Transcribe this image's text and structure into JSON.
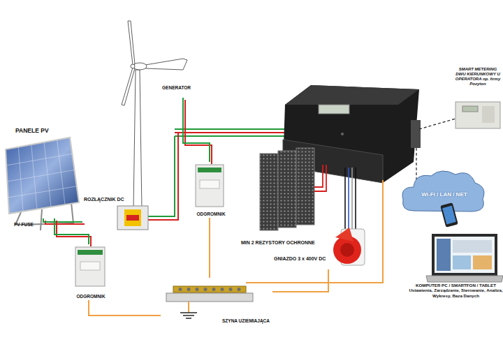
{
  "diagram": {
    "nodes": [
      {
        "text": [
          "PANELE PV"
        ]
      },
      {
        "text": [
          "GENERATOR"
        ]
      },
      {
        "text": [
          "ROZŁĄCZNIK DC"
        ]
      },
      {
        "text": [
          "ODGROMNIK"
        ]
      },
      {
        "text": [
          "SMART METERING DWU KIERUNKOWY U OPERATORA np. firmy Pozyton"
        ]
      },
      {
        "text": [
          "MIN 2 REZYSTORY OCHRONNE"
        ]
      },
      {
        "text": [
          "Wi-Fi / LAN / NET"
        ]
      },
      {
        "text": [
          "GNIAZDO 3 x 400V DC"
        ]
      },
      {
        "text": [
          "ODGROMNIK"
        ]
      },
      {
        "text": [
          "KOMPUTER PC / SMARTFON / TABLET",
          "Ustawienia, Zarządzanie, Sterowanie, Analiza, Wykresy, Baza Danych"
        ]
      },
      {
        "text": [
          "SZYNA UZIEMIAJĄCA"
        ]
      }
    ],
    "edges": [
      {
        "from": 0,
        "to": 2,
        "arrow": "none"
      },
      {
        "from": 0,
        "to": 8,
        "arrow": "none"
      },
      {
        "from": 1,
        "to": 3,
        "arrow": "none"
      },
      {
        "from": 3,
        "to": 10,
        "arrow": "none"
      },
      {
        "from": 8,
        "to": 10,
        "arrow": "none"
      },
      {
        "from": 7,
        "to": 10,
        "arrow": "none"
      }
    ],
    "labels": [
      "PV FUSE"
    ]
  }
}
